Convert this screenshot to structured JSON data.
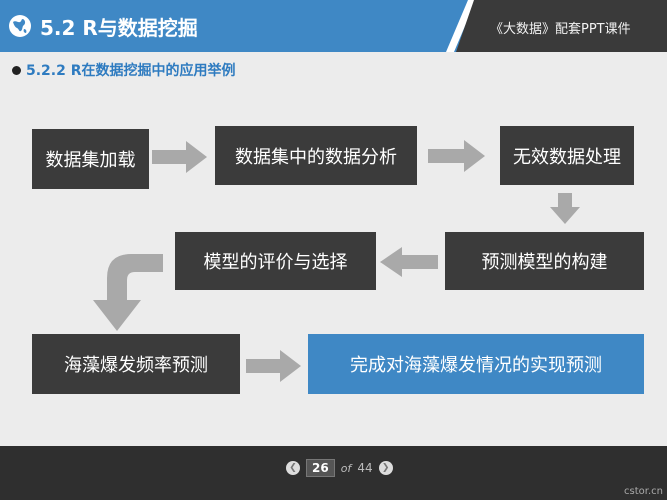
{
  "header": {
    "title": "5.2  R与数据挖掘",
    "course": "《大数据》配套PPT课件"
  },
  "subtitle": "5.2.2 R在数据挖掘中的应用举例",
  "flow": {
    "steps": [
      "数据集加载",
      "数据集中的数据分析",
      "无效数据处理",
      "预测模型的构建",
      "模型的评价与选择",
      "海藻爆发频率预测",
      "完成对海藻爆发情况的实现预测"
    ]
  },
  "pager": {
    "prev_icon": "chevron-left-icon",
    "current": "26",
    "of": "of",
    "total": "44",
    "next_icon": "chevron-right-icon"
  },
  "watermark": "cstor.cn",
  "colors": {
    "header_blue": "#3f88c5",
    "box_dark": "#3b3b3b",
    "arrow_gray": "#a9a9a9",
    "footer": "#2f2f2f"
  }
}
